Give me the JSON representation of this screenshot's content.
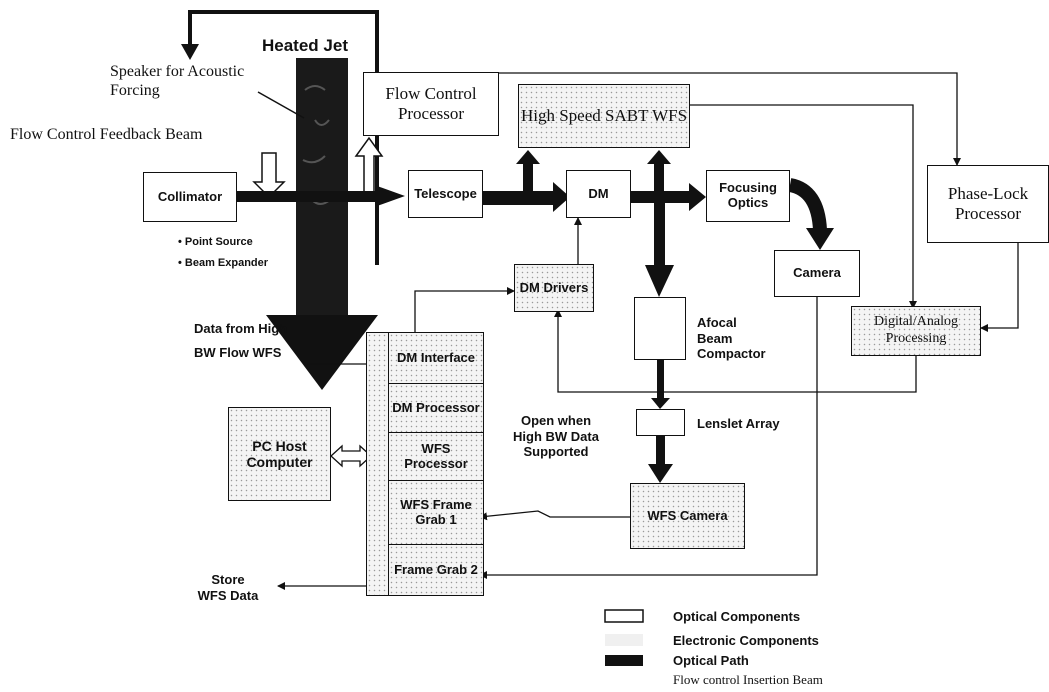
{
  "title": "Heated Jet",
  "labels": {
    "speaker": "Speaker for Acoustic Forcing",
    "feedback_beam": "Flow Control Feedback Beam",
    "point_source": "• Point Source",
    "beam_expander": "• Beam Expander",
    "data_from_high": "Data from High",
    "bw_flow_wfs": "BW Flow WFS",
    "open_when": "Open when High BW Data Supported",
    "store_wfs": "Store WFS Data"
  },
  "boxes": {
    "collimator": "Collimator",
    "flow_control_processor": "Flow Control Processor",
    "high_speed_wfs": "High Speed SABT WFS",
    "telescope": "Telescope",
    "dm": "DM",
    "focusing_optics": "Focusing Optics",
    "phase_lock": "Phase-Lock Processor",
    "camera": "Camera",
    "dm_drivers": "DM Drivers",
    "afocal_label": "Afocal Beam Compactor",
    "lenslet_label": "Lenslet Array",
    "digital_analog": "Digital/Analog Processing",
    "pc_host": "PC Host Computer",
    "wfs_camera": "WFS Camera"
  },
  "stack": [
    "DM Interface",
    "DM Processor",
    "WFS Processor",
    "WFS Frame Grab 1",
    "Frame Grab 2"
  ],
  "legend": [
    {
      "type": "optical",
      "label": "Optical Components"
    },
    {
      "type": "electronic",
      "label": "Electronic Components"
    },
    {
      "type": "path",
      "label": "Optical Path"
    },
    {
      "type": "insertion",
      "label": "Flow control Insertion Beam"
    }
  ]
}
